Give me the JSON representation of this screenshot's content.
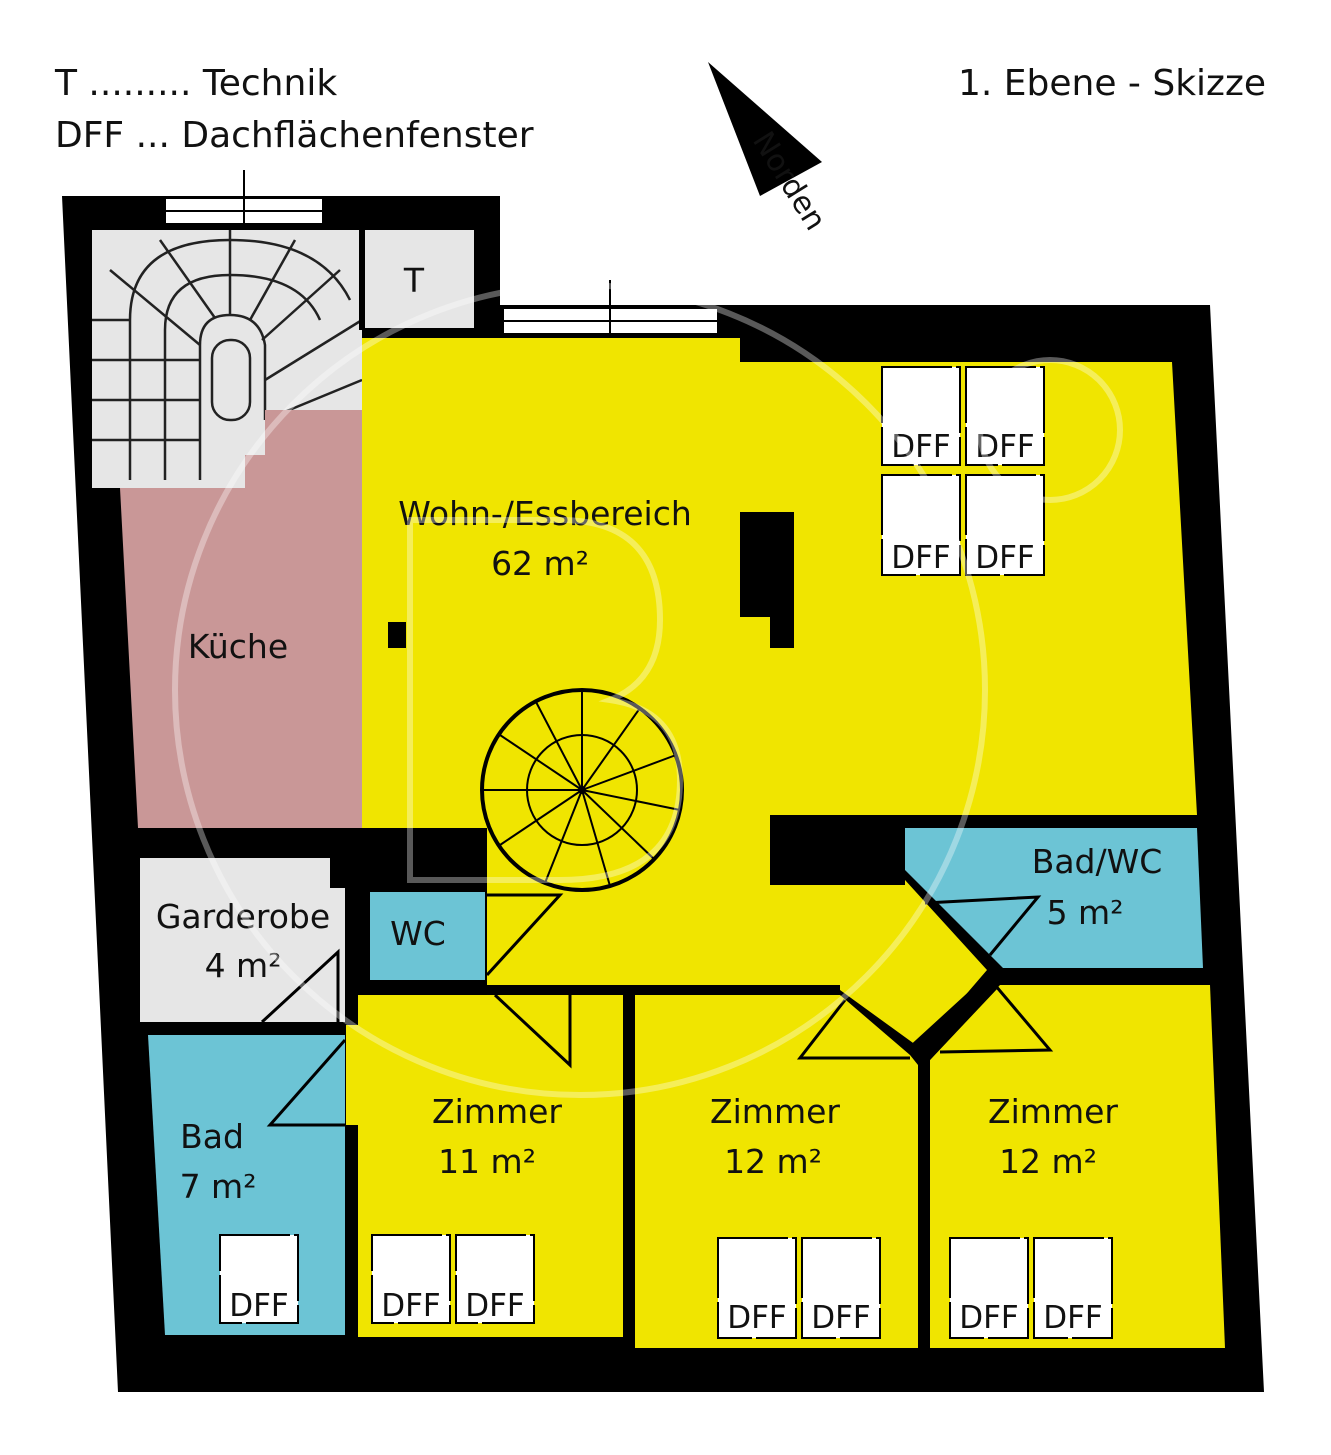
{
  "legend": {
    "line1": "T ......... Technik",
    "line2": "DFF ... Dachflächenfenster"
  },
  "plan_title": "1. Ebene - Skizze",
  "north_label": "Norden",
  "colors": {
    "wall": "#000000",
    "living": "#f0e500",
    "kitchen": "#c99797",
    "bath": "#6cc4d5",
    "neutral": "#e6e6e6"
  },
  "rooms": {
    "technik": "T",
    "wohn_name": "Wohn-/Essbereich",
    "wohn_area": "62 m²",
    "kueche_name": "Küche",
    "garderobe_name": "Garderobe",
    "garderobe_area": "4 m²",
    "wc_name": "WC",
    "badwc_name": "Bad/WC",
    "badwc_area": "5 m²",
    "bad_name": "Bad",
    "bad_area": "7 m²",
    "zimmer1_name": "Zimmer",
    "zimmer1_area": "11 m²",
    "zimmer2_name": "Zimmer",
    "zimmer2_area": "12 m²",
    "zimmer3_name": "Zimmer",
    "zimmer3_area": "12 m²"
  },
  "window_label": "DFF"
}
